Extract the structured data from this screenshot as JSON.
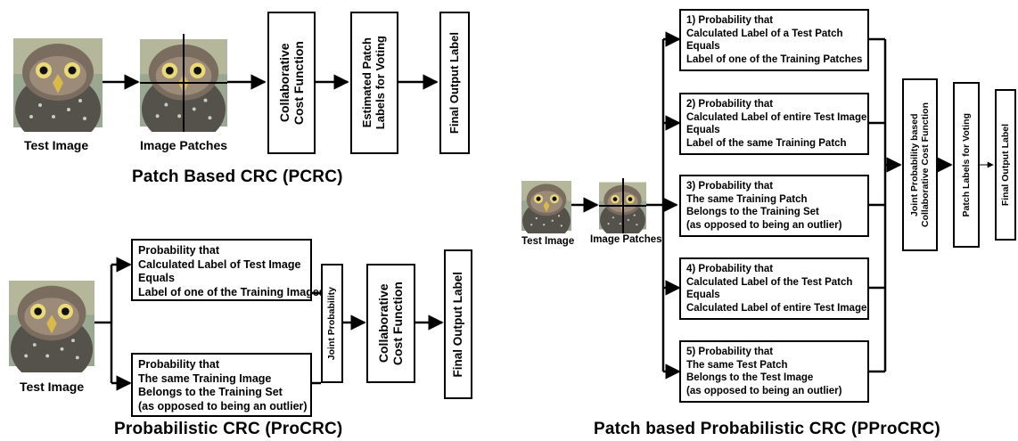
{
  "pcrc": {
    "test_image_label": "Test Image",
    "patches_label": "Image Patches",
    "cost_function": [
      "Collaborative",
      "Cost Function"
    ],
    "estimated_labels": [
      "Estimated Patch",
      "Labels for Voting"
    ],
    "final_label": "Final Output Label",
    "title": "Patch Based CRC (PCRC)"
  },
  "procrc": {
    "test_image_label": "Test Image",
    "box_top": [
      "Probability that",
      "Calculated Label of Test Image",
      "Equals",
      "Label of one of the Training Images"
    ],
    "box_bottom": [
      "Probability that",
      "The same Training Image",
      "Belongs to the Training Set",
      "(as opposed to being an outlier)"
    ],
    "joint_probability": "Joint Probability",
    "cost_function": [
      "Collaborative",
      "Cost Function"
    ],
    "final_label": "Final Output Label",
    "title": "Probabilistic CRC (ProCRC)"
  },
  "pprocrc": {
    "test_image_label": "Test Image",
    "patches_label": "Image Patches",
    "boxes": [
      [
        "1) Probability that",
        "Calculated Label of a Test Patch",
        "Equals",
        "Label of one of the Training Patches"
      ],
      [
        "2) Probability that",
        "Calculated Label of entire Test Image",
        "Equals",
        "Label of the same Training Patch"
      ],
      [
        "3) Probability that",
        "The same Training Patch",
        "Belongs to the Training Set",
        "(as opposed to being an outlier)"
      ],
      [
        "4) Probability that",
        "Calculated Label of the Test Patch",
        "Equals",
        "Calculated Label of entire Test Image"
      ],
      [
        "5) Probability that",
        "The same Test Patch",
        "Belongs to the Test Image",
        "(as opposed to being an outlier)"
      ]
    ],
    "joint_cost": [
      "Joint Probability based",
      "Collaborative Cost Function"
    ],
    "patch_labels": "Patch Labels for Voting",
    "final_label": "Final Output Label",
    "title": "Patch based Probabilistic CRC (PProCRC)"
  }
}
